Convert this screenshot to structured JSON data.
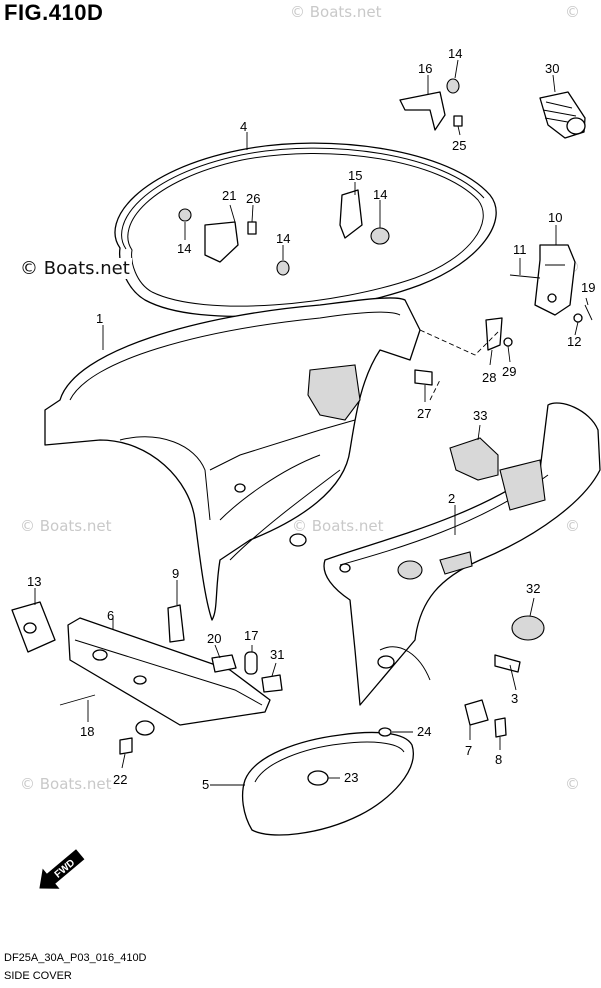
{
  "figure": {
    "title": "FIG.410D",
    "footer_code": "DF25A_30A_P03_016_410D",
    "footer_name": "SIDE COVER"
  },
  "watermarks": {
    "primary": "© Boats.net",
    "faded": "© Boats.net"
  },
  "fwd_label": "FWD",
  "callouts": [
    "1",
    "2",
    "3",
    "4",
    "5",
    "6",
    "7",
    "8",
    "9",
    "10",
    "11",
    "12",
    "13",
    "14",
    "14",
    "14",
    "14",
    "15",
    "16",
    "17",
    "18",
    "19",
    "20",
    "21",
    "22",
    "23",
    "24",
    "25",
    "26",
    "27",
    "28",
    "29",
    "30",
    "31",
    "32",
    "33"
  ]
}
